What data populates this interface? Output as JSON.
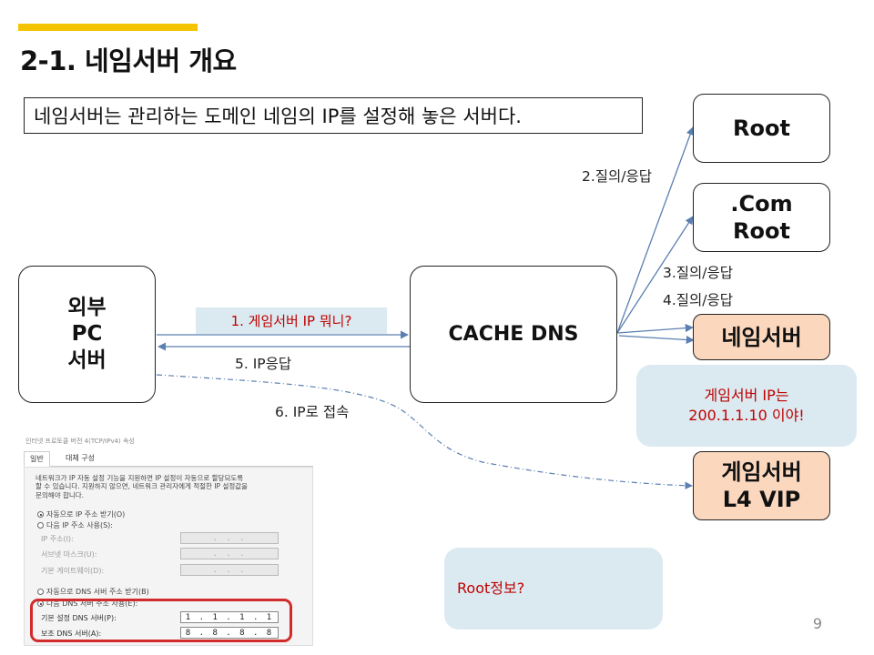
{
  "title": "2-1. 네임서버 개요",
  "intro": "네임서버는 관리하는 도메인 네임의 IP를 설정해 놓은 서버다.",
  "nodes": {
    "client": "외부\nPC\n서버",
    "cache_dns": "CACHE DNS",
    "root": "Root",
    "com_root": ".Com\nRoot",
    "nameserver": "네임서버",
    "game_vip": "게임서버\nL4 VIP"
  },
  "labels": {
    "q1": "1. 게임서버 IP 뭐니?",
    "q2": "2.질의/응답",
    "q3": "3.질의/응답",
    "q4": "4.질의/응답",
    "a5": "5. IP응답",
    "c6": "6. IP로 접속"
  },
  "bubbles": {
    "game_ip": "게임서버 IP는\n200.1.1.10 이야!",
    "root_info": "Root정보?"
  },
  "page_number": "9",
  "dialog": {
    "header": "인터넷 프로토콜 버전 4(TCP/IPv4) 속성",
    "tabs": [
      "일반",
      "대체 구성"
    ],
    "description": "네트워크가 IP 자동 설정 기능을 지원하면 IP 설정이 자동으로 할당되도록\n할 수 있습니다. 지원하지 않으면, 네트워크 관리자에게 적절한 IP 설정값을\n문의해야 합니다.",
    "ip_auto": "자동으로 IP 주소 받기(O)",
    "ip_manual": "다음 IP 주소 사용(S):",
    "ip_address_label": "IP 주소(I):",
    "subnet_label": "서브넷 마스크(U):",
    "gateway_label": "기본 게이트웨이(D):",
    "empty_ip": ". . .",
    "dns_auto": "자동으로 DNS 서버 주소 받기(B)",
    "dns_manual": "다음 DNS 서버 주소 사용(E):",
    "preferred_dns_label": "기본 설정 DNS 서버(P):",
    "alternate_dns_label": "보조 DNS 서버(A):",
    "preferred_dns": "1 . 1 . 1 . 1",
    "alternate_dns": "8 . 8 . 8 . 8"
  },
  "colors": {
    "accent": "#f5c400",
    "arrow": "#5b7fb0",
    "node_orange": "#fbd7bd",
    "bubble": "#dbeaf1",
    "highlight_text": "#c00000",
    "dns_ring": "#d22b2b"
  }
}
